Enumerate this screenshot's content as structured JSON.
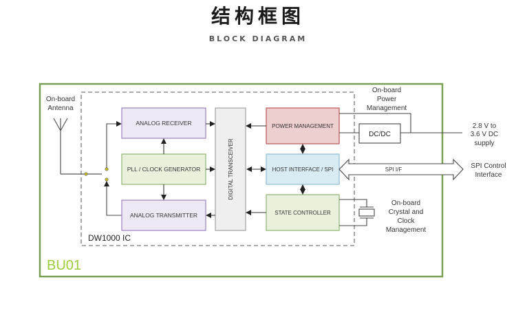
{
  "header": {
    "title": "结构框图",
    "subtitle": "BLOCK DIAGRAM"
  },
  "board": {
    "name": "BU01",
    "border_color": "#7aa053",
    "name_color": "#9ccc3c"
  },
  "ic": {
    "label": "DW1000 IC"
  },
  "blocks": {
    "analog_receiver": {
      "label": "ANALOG RECEIVER",
      "fill": "#ede8f4",
      "stroke": "#a088c0"
    },
    "pll_clock": {
      "label": "PLL / CLOCK GENERATOR",
      "fill": "#e9f0dc",
      "stroke": "#98b878"
    },
    "analog_transmitter": {
      "label": "ANALOG TRANSMITTER",
      "fill": "#ede8f4",
      "stroke": "#a088c0"
    },
    "digital_transceiver": {
      "label": "DIGITAL TRANSCEIVER",
      "fill": "#efefef",
      "stroke": "#a8a8a8"
    },
    "power_management": {
      "label": "POWER MANAGEMENT",
      "fill": "#eecfcf",
      "stroke": "#c06060"
    },
    "host_interface": {
      "label": "HOST INTERFACE / SPI",
      "fill": "#d8ebf3",
      "stroke": "#98c0d8"
    },
    "state_controller": {
      "label": "STATE CONTROLLER",
      "fill": "#e9f0dc",
      "stroke": "#98b878"
    },
    "dcdc": {
      "label": "DC/DC"
    }
  },
  "labels": {
    "antenna": [
      "On-board",
      "Antenna"
    ],
    "power": [
      "On-board",
      "Power",
      "Management"
    ],
    "supply": [
      "2.8 V to",
      "3.6 V DC",
      "supply"
    ],
    "spi_if": "SPI I/F",
    "spi_control": [
      "SPI Control",
      "Interface"
    ],
    "crystal": [
      "On-board",
      "Crystal and",
      "Clock",
      "Management"
    ]
  }
}
